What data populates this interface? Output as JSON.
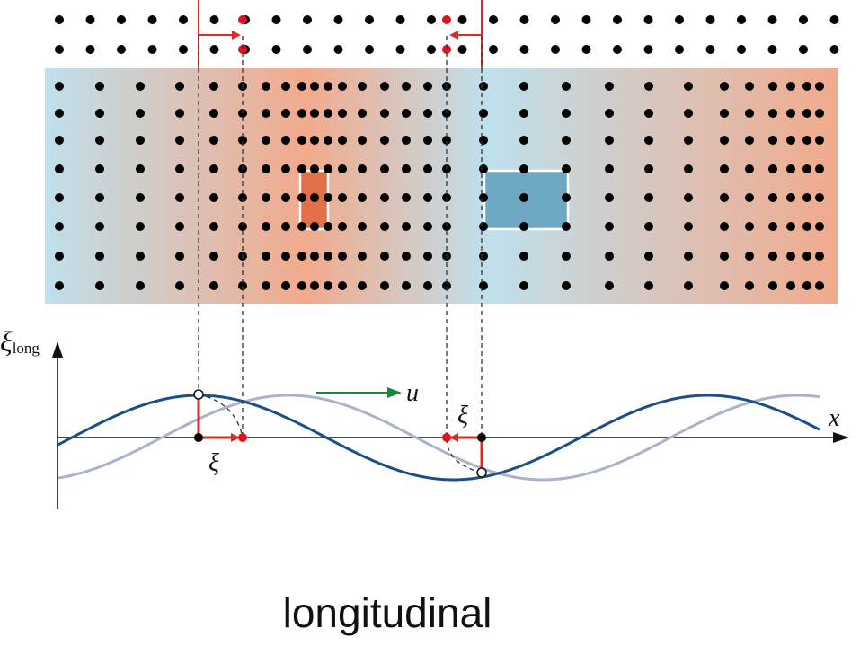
{
  "labels": {
    "y_axis_symbol": "ξ",
    "y_axis_subscript": "long",
    "x_axis": "x",
    "velocity": "u",
    "displacement_left": "ξ",
    "displacement_right": "ξ"
  },
  "caption": "longitudinal",
  "colors": {
    "dot": "#000000",
    "displaced_dot": "#e0141e",
    "arrow": "#d92b2b",
    "wave_current": "#1c4f86",
    "wave_previous": "#a9b3cc",
    "velocity_arrow": "#1a8a3a",
    "compression": "#f2aa8c",
    "rarefaction": "#bfe0ec",
    "compression_box": "#e2714a",
    "rarefaction_box": "#6fa8c4"
  }
}
